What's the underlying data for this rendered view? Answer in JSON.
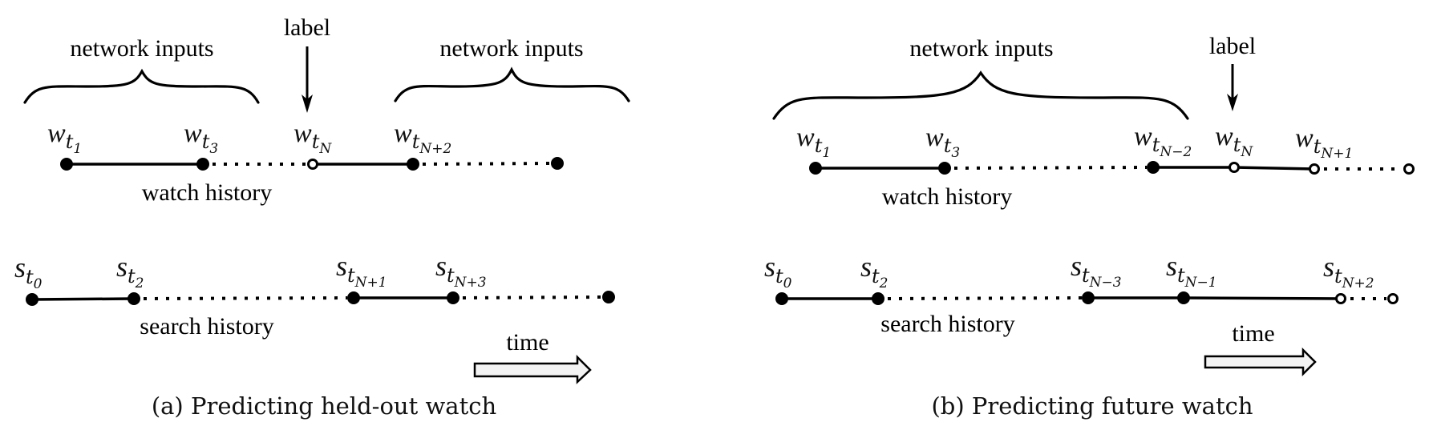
{
  "figure": {
    "panels": [
      {
        "id": "a",
        "caption": "(a) Predicting held-out watch",
        "braces": [
          {
            "label": "network inputs"
          },
          {
            "label": "network inputs"
          }
        ],
        "label_marker": {
          "text": "label",
          "target": "w_tN"
        },
        "watch_row": {
          "row_label": "watch history",
          "nodes": [
            {
              "symbol": "w",
              "sub": "t",
              "subsub": "1",
              "state": "filled"
            },
            {
              "symbol": "w",
              "sub": "t",
              "subsub": "3",
              "state": "filled"
            },
            {
              "symbol": "w",
              "sub": "t",
              "subsub": "N",
              "state": "open"
            },
            {
              "symbol": "w",
              "sub": "t",
              "subsub": "N+2",
              "state": "filled"
            },
            {
              "symbol": "",
              "sub": "",
              "subsub": "",
              "state": "filled"
            }
          ],
          "links": [
            "solid",
            "dotted",
            "solid",
            "dotted"
          ]
        },
        "search_row": {
          "row_label": "search history",
          "nodes": [
            {
              "symbol": "s",
              "sub": "t",
              "subsub": "0",
              "state": "filled"
            },
            {
              "symbol": "s",
              "sub": "t",
              "subsub": "2",
              "state": "filled"
            },
            {
              "symbol": "s",
              "sub": "t",
              "subsub": "N+1",
              "state": "filled"
            },
            {
              "symbol": "s",
              "sub": "t",
              "subsub": "N+3",
              "state": "filled"
            },
            {
              "symbol": "",
              "sub": "",
              "subsub": "",
              "state": "filled"
            }
          ],
          "links": [
            "solid",
            "dotted",
            "solid",
            "dotted"
          ]
        },
        "time_label": "time"
      },
      {
        "id": "b",
        "caption": "(b) Predicting future watch",
        "braces": [
          {
            "label": "network inputs"
          }
        ],
        "label_marker": {
          "text": "label",
          "target": "w_tN"
        },
        "watch_row": {
          "row_label": "watch history",
          "nodes": [
            {
              "symbol": "w",
              "sub": "t",
              "subsub": "1",
              "state": "filled"
            },
            {
              "symbol": "w",
              "sub": "t",
              "subsub": "3",
              "state": "filled"
            },
            {
              "symbol": "w",
              "sub": "t",
              "subsub": "N−2",
              "state": "filled"
            },
            {
              "symbol": "w",
              "sub": "t",
              "subsub": "N",
              "state": "open"
            },
            {
              "symbol": "w",
              "sub": "t",
              "subsub": "N+1",
              "state": "open"
            },
            {
              "symbol": "",
              "sub": "",
              "subsub": "",
              "state": "open"
            }
          ],
          "links": [
            "solid",
            "dotted",
            "solid",
            "solid",
            "dotted"
          ]
        },
        "search_row": {
          "row_label": "search history",
          "nodes": [
            {
              "symbol": "s",
              "sub": "t",
              "subsub": "0",
              "state": "filled"
            },
            {
              "symbol": "s",
              "sub": "t",
              "subsub": "2",
              "state": "filled"
            },
            {
              "symbol": "s",
              "sub": "t",
              "subsub": "N−3",
              "state": "filled"
            },
            {
              "symbol": "s",
              "sub": "t",
              "subsub": "N−1",
              "state": "filled"
            },
            {
              "symbol": "s",
              "sub": "t",
              "subsub": "N+2",
              "state": "open"
            },
            {
              "symbol": "",
              "sub": "",
              "subsub": "",
              "state": "open"
            }
          ],
          "links": [
            "solid",
            "dotted",
            "solid",
            "solid",
            "dotted"
          ]
        },
        "time_label": "time"
      }
    ]
  }
}
